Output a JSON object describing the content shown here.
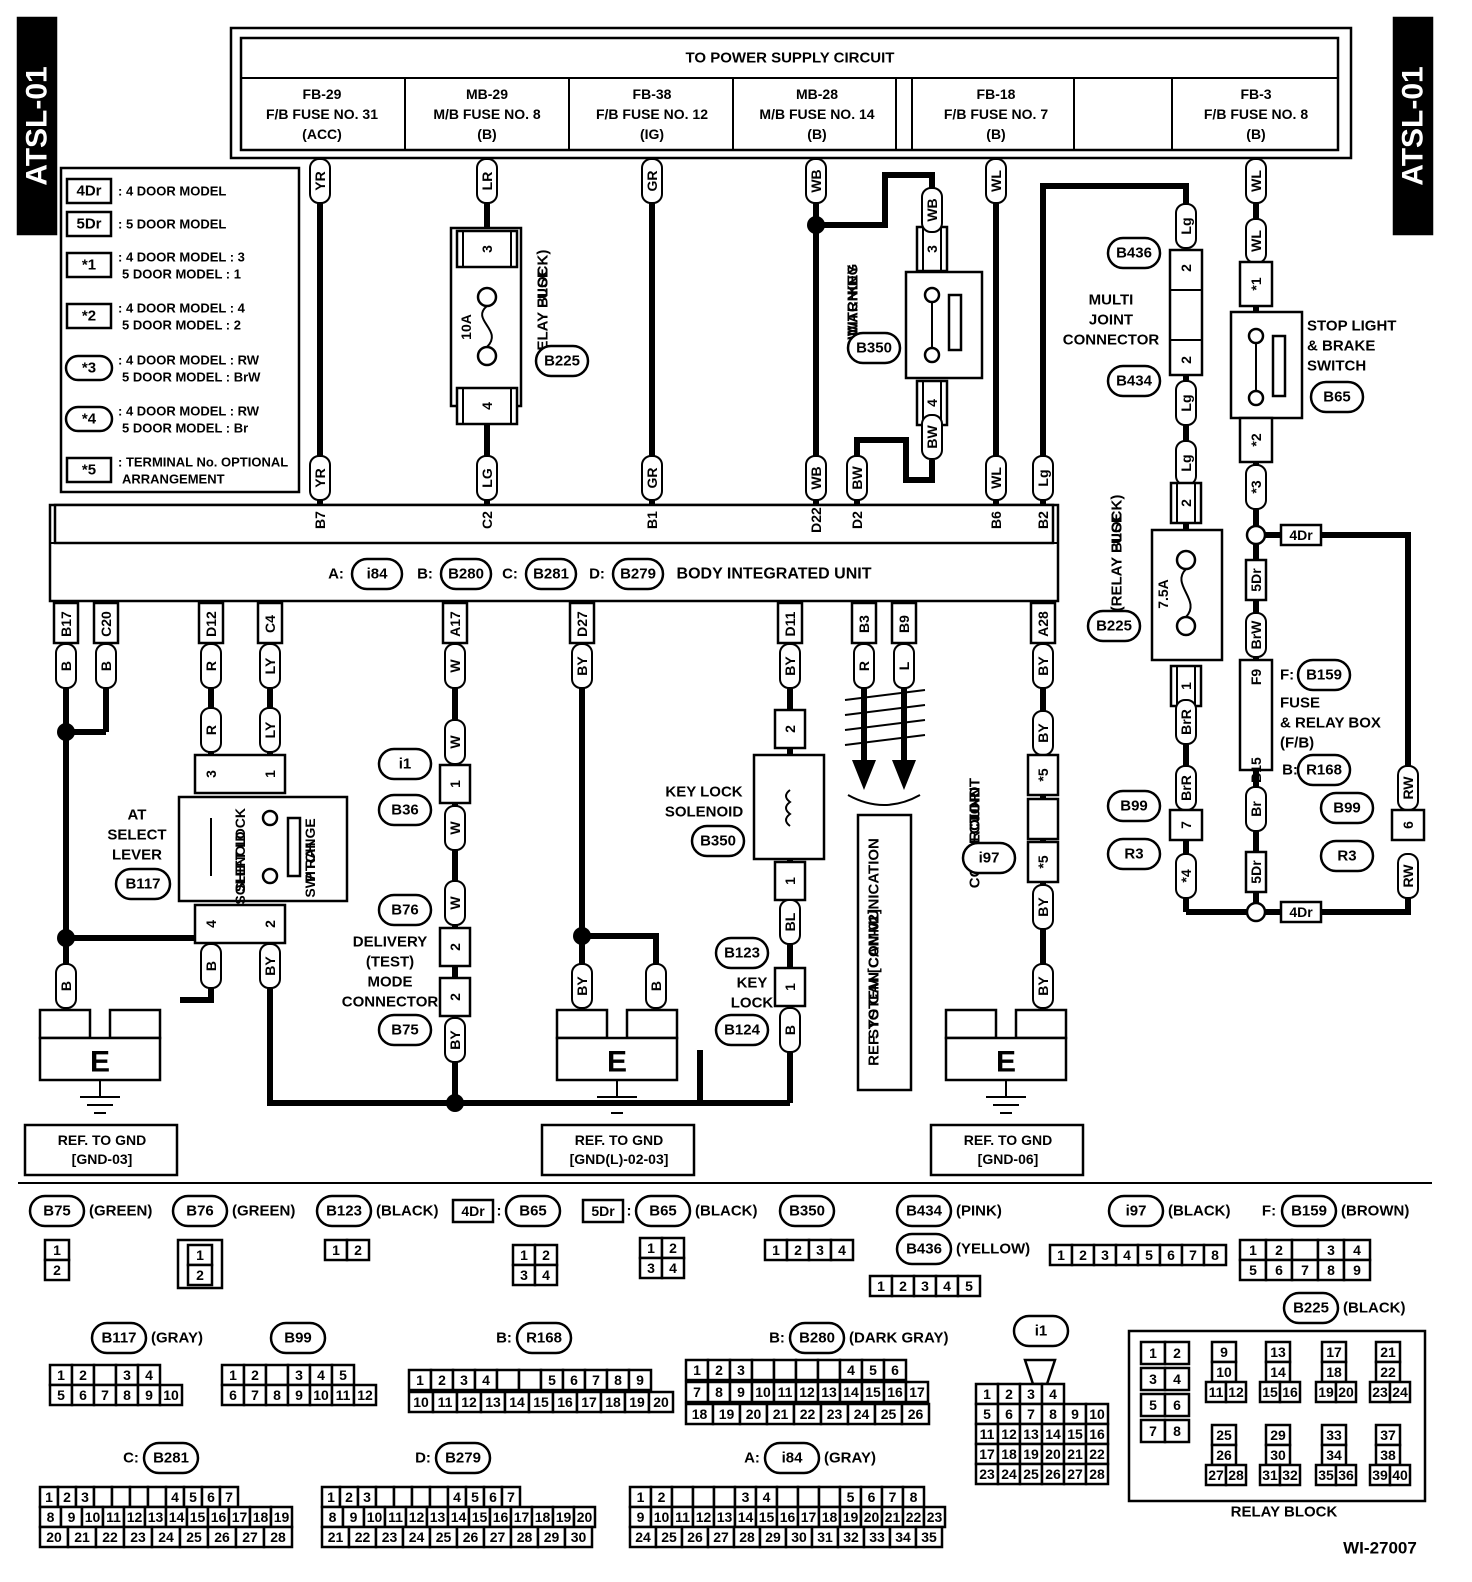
{
  "side_tag": "ATSL-01",
  "figure_id": "WI-27007",
  "power_supply": {
    "title": "TO POWER SUPPLY CIRCUIT",
    "fuses": [
      {
        "id": "FB-29",
        "name": "F/B FUSE NO. 31",
        "mode": "(ACC)"
      },
      {
        "id": "MB-29",
        "name": "M/B FUSE NO. 8",
        "mode": "(B)"
      },
      {
        "id": "FB-38",
        "name": "F/B FUSE NO. 12",
        "mode": "(IG)"
      },
      {
        "id": "MB-28",
        "name": "M/B FUSE NO. 14",
        "mode": "(B)"
      },
      {
        "id": "FB-18",
        "name": "F/B FUSE NO. 7",
        "mode": "(B)"
      },
      {
        "id": "FB-3",
        "name": "F/B FUSE NO. 8",
        "mode": "(B)"
      }
    ]
  },
  "legend": [
    {
      "tag": "4Dr",
      "shape": "rect",
      "lines": [
        ": 4 DOOR MODEL"
      ]
    },
    {
      "tag": "5Dr",
      "shape": "rect",
      "lines": [
        ": 5 DOOR MODEL"
      ]
    },
    {
      "tag": "*1",
      "shape": "rect",
      "lines": [
        ": 4 DOOR MODEL  : 3",
        "5 DOOR MODEL  : 1"
      ]
    },
    {
      "tag": "*2",
      "shape": "rect",
      "lines": [
        ": 4 DOOR MODEL  : 4",
        "5 DOOR MODEL  : 2"
      ]
    },
    {
      "tag": "*3",
      "shape": "oval",
      "lines": [
        ": 4 DOOR MODEL  : RW",
        "5 DOOR MODEL  : BrW"
      ]
    },
    {
      "tag": "*4",
      "shape": "oval",
      "lines": [
        ": 4 DOOR MODEL  : RW",
        "5 DOOR MODEL  : Br"
      ]
    },
    {
      "tag": "*5",
      "shape": "rect",
      "lines": [
        ": TERMINAL No. OPTIONAL",
        "ARRANGEMENT"
      ]
    }
  ],
  "biu": {
    "title": "BODY INTEGRATED UNIT",
    "prefixes": [
      "A:",
      "B:",
      "C:",
      "D:"
    ],
    "connectors": [
      "i84",
      "B280",
      "B281",
      "B279"
    ]
  },
  "labels": {
    "fuse_relay_block": [
      "FUSE",
      "(RELAY BLOCK)"
    ],
    "fuse_10a": "10A",
    "fuse_75a": "7.5A",
    "key_warning_switch": [
      "KEY",
      "WARNING",
      "SWITCH"
    ],
    "multi_joint_connector": [
      "MULTI",
      "JOINT",
      "CONNECTOR"
    ],
    "stop_light": [
      "STOP LIGHT",
      "& BRAKE",
      "SWITCH"
    ],
    "fuse_relay_box": [
      "FUSE",
      "& RELAY BOX",
      "(F/B)"
    ],
    "at_select_lever": [
      "AT",
      "SELECT",
      "LEVER"
    ],
    "shift_lock_solenoid": [
      "SHIFT LOCK",
      "SOLENOID"
    ],
    "p_range_switch": [
      "P RANGE",
      "SWITCH"
    ],
    "delivery_mode": [
      "DELIVERY",
      "(TEST)",
      "MODE",
      "CONNECTOR"
    ],
    "key_lock_solenoid": [
      "KEY LOCK",
      "SOLENOID"
    ],
    "key_lock": [
      "KEY",
      "LOCK"
    ],
    "can_ref": [
      "REF. TO CAN COMMUNICATION",
      "SYSTEM [CAN-02]"
    ],
    "joint_ground": [
      "JOINT",
      "GROUND",
      "CONNECTOR"
    ],
    "ground_letter": "E",
    "gnd_refs": [
      [
        "REF. TO GND",
        "[GND-03]"
      ],
      [
        "REF. TO GND",
        "[GND(L)-02-03]"
      ],
      [
        "REF. TO GND",
        "[GND-06]"
      ]
    ],
    "relay_block_caption": "RELAY BLOCK"
  },
  "wires_top": [
    "YR",
    "LR",
    "GR",
    "WB",
    "WB",
    "WL",
    "Lg",
    "WL",
    "WL"
  ],
  "connector_ids": [
    "B225",
    "B350",
    "B436",
    "B434",
    "B65",
    "B159",
    "R168",
    "B99",
    "R3",
    "B117",
    "i1",
    "B36",
    "B76",
    "B75",
    "B123",
    "B124",
    "i97",
    "B225"
  ],
  "terminals_top": [
    "B7",
    "C2",
    "B1",
    "D22",
    "D2",
    "B6",
    "B2"
  ],
  "terminals_bottom": [
    "B17",
    "C20",
    "D12",
    "C4",
    "A17",
    "D27",
    "D11",
    "B3",
    "B9",
    "A28"
  ],
  "face_views": {
    "B75": {
      "prefix": "",
      "color": "(GREEN)",
      "rows": [
        [
          "1"
        ],
        [
          "2"
        ]
      ]
    },
    "B76": {
      "prefix": "",
      "color": "(GREEN)",
      "rows": [
        [
          "1"
        ],
        [
          "2"
        ]
      ]
    },
    "B123": {
      "prefix": "",
      "color": "(BLACK)",
      "rows": [
        [
          "1",
          "2"
        ]
      ]
    },
    "B65_4dr": {
      "prefix": "4Dr",
      "color": "",
      "rows": [
        [
          "1",
          "2"
        ],
        [
          "3",
          "4"
        ]
      ]
    },
    "B65_5dr": {
      "prefix": "5Dr",
      "color": "(BLACK)",
      "rows": [
        [
          "1",
          "2"
        ],
        [
          "3",
          "4"
        ]
      ]
    },
    "B350": {
      "prefix": "",
      "color": "",
      "rows": [
        [
          "1",
          "2",
          "3",
          "4"
        ]
      ]
    },
    "B434": {
      "prefix": "",
      "color": "(PINK)",
      "rows": []
    },
    "B436": {
      "prefix": "",
      "color": "(YELLOW)",
      "rows": [
        [
          "1",
          "2",
          "3",
          "4",
          "5"
        ]
      ]
    },
    "i97": {
      "prefix": "",
      "color": "(BLACK)",
      "rows": [
        [
          "1",
          "2",
          "3",
          "4",
          "5",
          "6",
          "7",
          "8"
        ]
      ]
    },
    "B159": {
      "prefix": "F:",
      "color": "(BROWN)",
      "rows": [
        [
          "1",
          "2",
          "3",
          "4"
        ],
        [
          "5",
          "6",
          "7",
          "8",
          "9"
        ]
      ]
    },
    "B225": {
      "prefix": "",
      "color": "(BLACK)"
    },
    "B117": {
      "prefix": "",
      "color": "(GRAY)",
      "rows": [
        [
          "1",
          "2",
          "3",
          "4"
        ],
        [
          "5",
          "6",
          "7",
          "8",
          "9",
          "10"
        ]
      ]
    },
    "B99": {
      "prefix": "",
      "color": "",
      "rows": [
        [
          "1",
          "2",
          "3",
          "4",
          "5"
        ],
        [
          "6",
          "7",
          "8",
          "9",
          "10",
          "11",
          "12"
        ]
      ]
    },
    "R168": {
      "prefix": "B:",
      "color": "",
      "rows": [
        [
          "1",
          "2",
          "3",
          "4",
          "5",
          "6",
          "7",
          "8",
          "9"
        ],
        [
          "10",
          "11",
          "12",
          "13",
          "14",
          "15",
          "16",
          "17",
          "18",
          "19",
          "20"
        ]
      ]
    },
    "B280": {
      "prefix": "B:",
      "color": "(DARK GRAY)",
      "rows": [
        [
          "1",
          "2",
          "3",
          "4",
          "5",
          "6"
        ],
        [
          "7",
          "8",
          "9",
          "10",
          "11",
          "12",
          "13",
          "14",
          "15",
          "16",
          "17"
        ],
        [
          "18",
          "19",
          "20",
          "21",
          "22",
          "23",
          "24",
          "25",
          "26"
        ]
      ]
    },
    "i1": {
      "prefix": "",
      "color": "",
      "rows": [
        [
          "1",
          "2",
          "3",
          "4"
        ],
        [
          "5",
          "6",
          "7",
          "8",
          "9",
          "10"
        ],
        [
          "11",
          "12",
          "13",
          "14",
          "15",
          "16"
        ],
        [
          "17",
          "18",
          "19",
          "20",
          "21",
          "22"
        ],
        [
          "23",
          "24",
          "25",
          "26",
          "27",
          "28"
        ]
      ]
    },
    "B281": {
      "prefix": "C:",
      "color": "",
      "rows": [
        [
          "1",
          "2",
          "3",
          "4",
          "5",
          "6",
          "7"
        ],
        [
          "8",
          "9",
          "10",
          "11",
          "12",
          "13",
          "14",
          "15",
          "16",
          "17",
          "18",
          "19"
        ],
        [
          "20",
          "21",
          "22",
          "23",
          "24",
          "25",
          "26",
          "27",
          "28"
        ]
      ]
    },
    "B279": {
      "prefix": "D:",
      "color": "",
      "rows": [
        [
          "1",
          "2",
          "3",
          "4",
          "5",
          "6",
          "7"
        ],
        [
          "8",
          "9",
          "10",
          "11",
          "12",
          "13",
          "14",
          "15",
          "16",
          "17",
          "18",
          "19",
          "20"
        ],
        [
          "21",
          "22",
          "23",
          "24",
          "25",
          "26",
          "27",
          "28",
          "29",
          "30"
        ]
      ]
    },
    "i84": {
      "prefix": "A:",
      "color": "(GRAY)",
      "rows": [
        [
          "1",
          "2",
          "3",
          "4",
          "5",
          "6",
          "7",
          "8"
        ],
        [
          "9",
          "10",
          "11",
          "12",
          "13",
          "14",
          "15",
          "16",
          "17",
          "18",
          "19",
          "20",
          "21",
          "22",
          "23"
        ],
        [
          "24",
          "25",
          "26",
          "27",
          "28",
          "29",
          "30",
          "31",
          "32",
          "33",
          "34",
          "35"
        ]
      ]
    }
  },
  "relay_block_terminals": [
    [
      "1",
      "2"
    ],
    [
      "3",
      "4"
    ],
    [
      "5",
      "6"
    ],
    [
      "7",
      "8"
    ],
    [
      "9",
      "10",
      "11",
      "12"
    ],
    [
      "13",
      "14",
      "15",
      "16"
    ],
    [
      "17",
      "18",
      "19",
      "20"
    ],
    [
      "21",
      "22",
      "23",
      "24"
    ],
    [
      "25",
      "26",
      "27",
      "28"
    ],
    [
      "29",
      "30",
      "31",
      "32"
    ],
    [
      "33",
      "34",
      "35",
      "36"
    ],
    [
      "37",
      "38",
      "39",
      "40"
    ]
  ]
}
